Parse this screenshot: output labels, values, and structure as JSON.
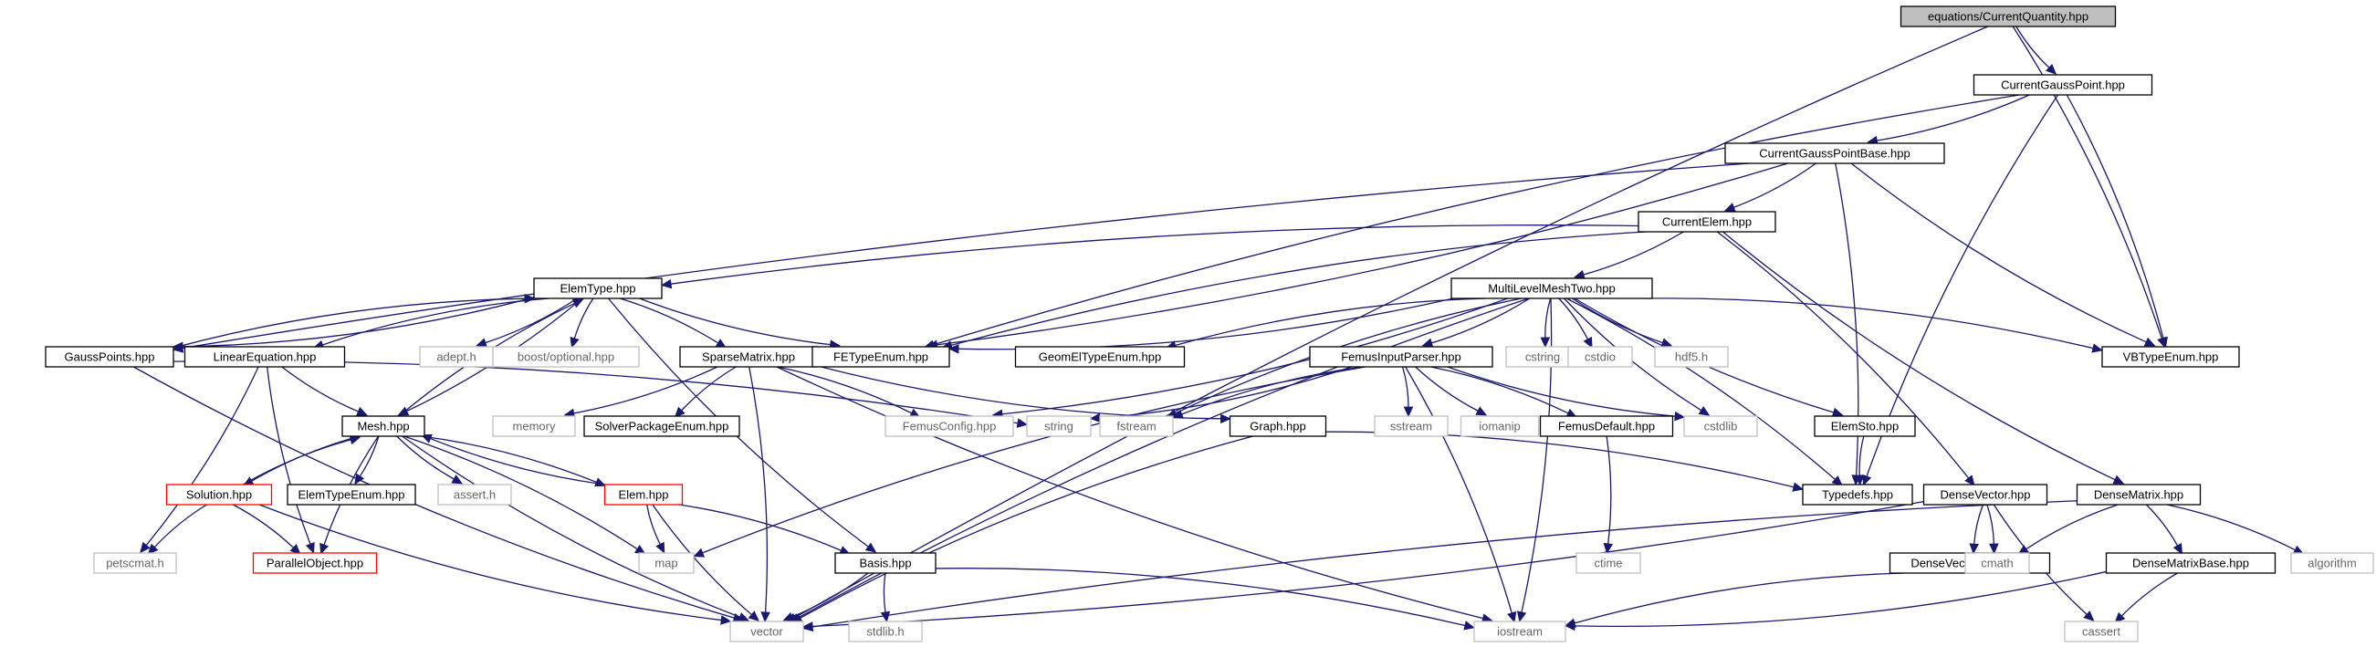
{
  "nodes": [
    {
      "id": "root",
      "label": "equations/CurrentQuantity.hpp",
      "style": "root"
    },
    {
      "id": "cgp",
      "label": "CurrentGaussPoint.hpp",
      "style": "normal"
    },
    {
      "id": "cgpb",
      "label": "CurrentGaussPointBase.hpp",
      "style": "normal"
    },
    {
      "id": "celem",
      "label": "CurrentElem.hpp",
      "style": "normal"
    },
    {
      "id": "elemtype",
      "label": "ElemType.hpp",
      "style": "normal"
    },
    {
      "id": "mlmt",
      "label": "MultiLevelMeshTwo.hpp",
      "style": "normal"
    },
    {
      "id": "gausspoints",
      "label": "GaussPoints.hpp",
      "style": "normal"
    },
    {
      "id": "lineq",
      "label": "LinearEquation.hpp",
      "style": "normal"
    },
    {
      "id": "adept",
      "label": "adept.h",
      "style": "external"
    },
    {
      "id": "boostopt",
      "label": "boost/optional.hpp",
      "style": "external"
    },
    {
      "id": "sparse",
      "label": "SparseMatrix.hpp",
      "style": "normal"
    },
    {
      "id": "fetype",
      "label": "FETypeEnum.hpp",
      "style": "normal"
    },
    {
      "id": "geomel",
      "label": "GeomElTypeEnum.hpp",
      "style": "normal"
    },
    {
      "id": "femusinput",
      "label": "FemusInputParser.hpp",
      "style": "normal"
    },
    {
      "id": "cstring",
      "label": "cstring",
      "style": "external"
    },
    {
      "id": "cstdio",
      "label": "cstdio",
      "style": "external"
    },
    {
      "id": "hdf5",
      "label": "hdf5.h",
      "style": "external"
    },
    {
      "id": "vbtype",
      "label": "VBTypeEnum.hpp",
      "style": "normal"
    },
    {
      "id": "mesh",
      "label": "Mesh.hpp",
      "style": "normal"
    },
    {
      "id": "memory",
      "label": "memory",
      "style": "external"
    },
    {
      "id": "solverpkg",
      "label": "SolverPackageEnum.hpp",
      "style": "normal"
    },
    {
      "id": "femusconfig",
      "label": "FemusConfig.hpp",
      "style": "external"
    },
    {
      "id": "string",
      "label": "string",
      "style": "external"
    },
    {
      "id": "fstream",
      "label": "fstream",
      "style": "external"
    },
    {
      "id": "graph",
      "label": "Graph.hpp",
      "style": "normal"
    },
    {
      "id": "sstream",
      "label": "sstream",
      "style": "external"
    },
    {
      "id": "iomanip",
      "label": "iomanip",
      "style": "external"
    },
    {
      "id": "femusdefault",
      "label": "FemusDefault.hpp",
      "style": "normal"
    },
    {
      "id": "cstdlib",
      "label": "cstdlib",
      "style": "external"
    },
    {
      "id": "elemsto",
      "label": "ElemSto.hpp",
      "style": "normal"
    },
    {
      "id": "solution",
      "label": "Solution.hpp",
      "style": "red"
    },
    {
      "id": "elemtypeenum",
      "label": "ElemTypeEnum.hpp",
      "style": "normal"
    },
    {
      "id": "asserth",
      "label": "assert.h",
      "style": "external"
    },
    {
      "id": "elem",
      "label": "Elem.hpp",
      "style": "red"
    },
    {
      "id": "typedefs",
      "label": "Typedefs.hpp",
      "style": "normal"
    },
    {
      "id": "densevector",
      "label": "DenseVector.hpp",
      "style": "normal"
    },
    {
      "id": "densematrix",
      "label": "DenseMatrix.hpp",
      "style": "normal"
    },
    {
      "id": "ctime",
      "label": "ctime",
      "style": "external"
    },
    {
      "id": "petscmat",
      "label": "petscmat.h",
      "style": "external"
    },
    {
      "id": "parallel",
      "label": "ParallelObject.hpp",
      "style": "red"
    },
    {
      "id": "map",
      "label": "map",
      "style": "external"
    },
    {
      "id": "basis",
      "label": "Basis.hpp",
      "style": "normal"
    },
    {
      "id": "densevectorbase",
      "label": "DenseVectorBase.hpp",
      "style": "normal"
    },
    {
      "id": "cmath",
      "label": "cmath",
      "style": "external"
    },
    {
      "id": "densematrixbase",
      "label": "DenseMatrixBase.hpp",
      "style": "normal"
    },
    {
      "id": "algorithm",
      "label": "algorithm",
      "style": "external"
    },
    {
      "id": "vector",
      "label": "vector",
      "style": "external"
    },
    {
      "id": "stdlib",
      "label": "stdlib.h",
      "style": "external"
    },
    {
      "id": "iostream",
      "label": "iostream",
      "style": "external"
    },
    {
      "id": "cassert",
      "label": "cassert",
      "style": "external"
    }
  ],
  "edges": [
    [
      "root",
      "cgp"
    ],
    [
      "root",
      "vbtype"
    ],
    [
      "root",
      "vector"
    ],
    [
      "cgp",
      "cgpb"
    ],
    [
      "cgp",
      "fetype"
    ],
    [
      "cgp",
      "vbtype"
    ],
    [
      "cgp",
      "typedefs"
    ],
    [
      "cgpb",
      "celem"
    ],
    [
      "cgpb",
      "gausspoints"
    ],
    [
      "cgpb",
      "fetype"
    ],
    [
      "cgpb",
      "vbtype"
    ],
    [
      "cgpb",
      "typedefs"
    ],
    [
      "celem",
      "elemtype"
    ],
    [
      "celem",
      "mlmt"
    ],
    [
      "celem",
      "fetype"
    ],
    [
      "celem",
      "densevector"
    ],
    [
      "celem",
      "densematrix"
    ],
    [
      "elemtype",
      "gausspoints"
    ],
    [
      "elemtype",
      "lineq"
    ],
    [
      "elemtype",
      "adept"
    ],
    [
      "elemtype",
      "boostopt"
    ],
    [
      "elemtype",
      "sparse"
    ],
    [
      "elemtype",
      "fetype"
    ],
    [
      "elemtype",
      "mesh"
    ],
    [
      "elemtype",
      "basis"
    ],
    [
      "mlmt",
      "fetype"
    ],
    [
      "mlmt",
      "geomel"
    ],
    [
      "mlmt",
      "femusinput"
    ],
    [
      "mlmt",
      "cstring"
    ],
    [
      "mlmt",
      "cstdio"
    ],
    [
      "mlmt",
      "hdf5"
    ],
    [
      "mlmt",
      "vbtype"
    ],
    [
      "mlmt",
      "elemsto"
    ],
    [
      "mlmt",
      "typedefs"
    ],
    [
      "mlmt",
      "cstdlib"
    ],
    [
      "mlmt",
      "iostream"
    ],
    [
      "mlmt",
      "vector"
    ],
    [
      "mlmt",
      "femusconfig"
    ],
    [
      "mlmt",
      "fstream"
    ],
    [
      "gausspoints",
      "elemtype"
    ],
    [
      "gausspoints",
      "vector"
    ],
    [
      "gausspoints",
      "string"
    ],
    [
      "lineq",
      "mesh"
    ],
    [
      "lineq",
      "petscmat"
    ],
    [
      "lineq",
      "parallel"
    ],
    [
      "sparse",
      "memory"
    ],
    [
      "sparse",
      "solverpkg"
    ],
    [
      "sparse",
      "femusconfig"
    ],
    [
      "sparse",
      "graph"
    ],
    [
      "sparse",
      "vector"
    ],
    [
      "sparse",
      "iostream"
    ],
    [
      "femusinput",
      "string"
    ],
    [
      "femusinput",
      "fstream"
    ],
    [
      "femusinput",
      "sstream"
    ],
    [
      "femusinput",
      "iomanip"
    ],
    [
      "femusinput",
      "femusdefault"
    ],
    [
      "femusinput",
      "cstdlib"
    ],
    [
      "femusinput",
      "iostream"
    ],
    [
      "femusinput",
      "map"
    ],
    [
      "femusdefault",
      "ctime"
    ],
    [
      "elemsto",
      "typedefs"
    ],
    [
      "graph",
      "typedefs"
    ],
    [
      "graph",
      "vector"
    ],
    [
      "mesh",
      "elemtype"
    ],
    [
      "mesh",
      "solution"
    ],
    [
      "mesh",
      "elemtypeenum"
    ],
    [
      "mesh",
      "asserth"
    ],
    [
      "mesh",
      "elem"
    ],
    [
      "mesh",
      "parallel"
    ],
    [
      "mesh",
      "map"
    ],
    [
      "mesh",
      "vector"
    ],
    [
      "solution",
      "mesh"
    ],
    [
      "solution",
      "petscmat"
    ],
    [
      "solution",
      "parallel"
    ],
    [
      "solution",
      "vector"
    ],
    [
      "elem",
      "mesh"
    ],
    [
      "elem",
      "map"
    ],
    [
      "elem",
      "basis"
    ],
    [
      "elem",
      "vector"
    ],
    [
      "basis",
      "vector"
    ],
    [
      "basis",
      "stdlib"
    ],
    [
      "basis",
      "iostream"
    ],
    [
      "densevector",
      "densevectorbase"
    ],
    [
      "densevector",
      "cmath"
    ],
    [
      "densevector",
      "cassert"
    ],
    [
      "densevector",
      "vector"
    ],
    [
      "densevectorbase",
      "iostream"
    ],
    [
      "densematrix",
      "densematrixbase"
    ],
    [
      "densematrix",
      "cmath"
    ],
    [
      "densematrix",
      "algorithm"
    ],
    [
      "densematrix",
      "vector"
    ],
    [
      "densematrixbase",
      "iostream"
    ],
    [
      "densematrixbase",
      "cassert"
    ]
  ],
  "colors": {
    "edge": "#191970",
    "node_border": "#000000",
    "external_border": "#bfbfbf",
    "red_border": "#ff0000",
    "root_fill": "#bfbfbf",
    "text": "#000000",
    "external_text": "#666666"
  }
}
